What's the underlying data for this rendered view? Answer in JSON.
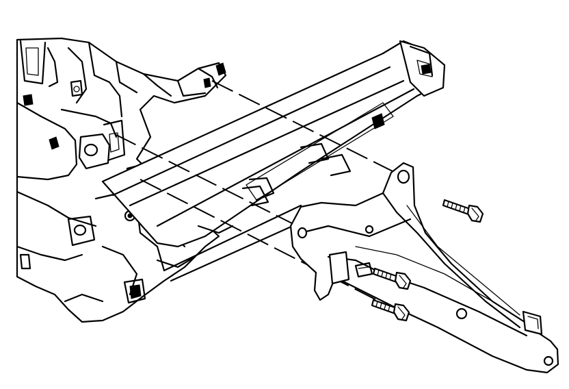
{
  "diagram": {
    "parts": [
      {
        "id": "cross-car-beam",
        "icon": "beam-icon"
      },
      {
        "id": "mounting-bracket",
        "icon": "bracket-icon"
      },
      {
        "id": "upper-bolt",
        "icon": "bolt-icon"
      },
      {
        "id": "middle-bolt",
        "icon": "bolt-icon"
      },
      {
        "id": "lower-bolt",
        "icon": "bolt-icon"
      }
    ],
    "colors": {
      "line": "#000000",
      "background": "#ffffff"
    }
  }
}
